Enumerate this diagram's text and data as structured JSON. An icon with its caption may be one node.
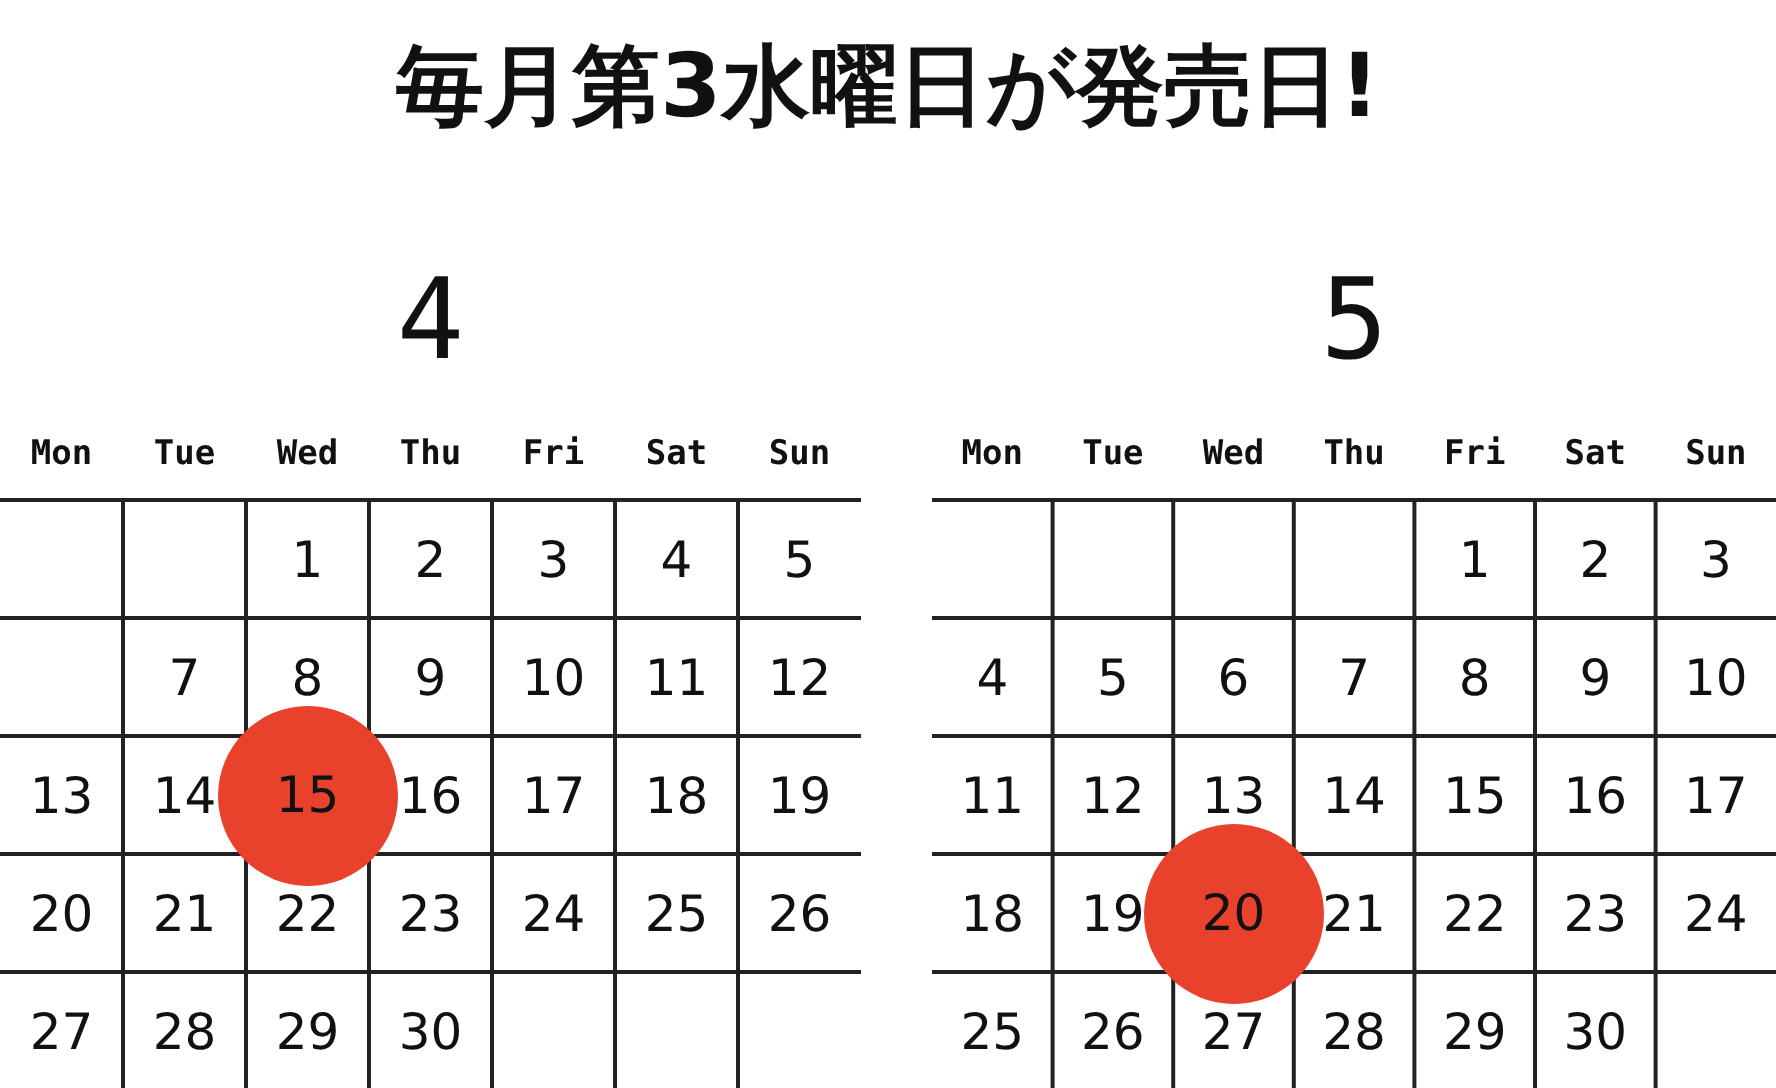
{
  "diagram": {
    "title": "毎月第3水曜日が発売日!",
    "nodes": [
      {
        "text": [
          "15"
        ]
      },
      {
        "text": [
          "20"
        ]
      }
    ],
    "labels": [
      "4",
      "Mon",
      "Tue",
      "Wed",
      "Thu",
      "Fri",
      "Sat",
      "Sun",
      "1",
      "2",
      "3",
      "4",
      "5",
      "7",
      "8",
      "9",
      "10",
      "11",
      "12",
      "13",
      "14",
      "16",
      "17",
      "18",
      "19",
      "20",
      "21",
      "22",
      "23",
      "24",
      "25",
      "26",
      "27",
      "28",
      "29",
      "30",
      "5",
      "Mon",
      "Tue",
      "Wed",
      "Thu",
      "Fri",
      "Sat",
      "Sun",
      "1",
      "2",
      "3",
      "4",
      "5",
      "6",
      "7",
      "8",
      "9",
      "10",
      "11",
      "12",
      "13",
      "14",
      "15",
      "16",
      "17",
      "18",
      "19",
      "21",
      "22",
      "23",
      "24",
      "25",
      "26",
      "27",
      "28",
      "29",
      "30"
    ]
  }
}
